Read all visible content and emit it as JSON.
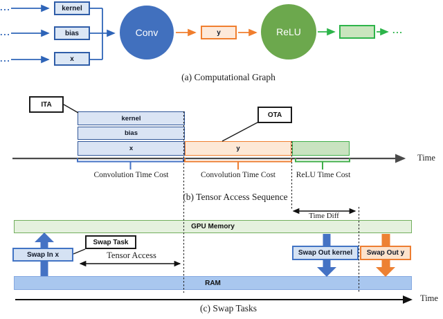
{
  "colors": {
    "blue": "#4472C4",
    "blue_dark": "#2F5DA8",
    "blue_light": "#DCE7F5",
    "orange": "#ED7D31",
    "orange_light": "#FDE9DA",
    "green_circle": "#6CA84D",
    "green_bright": "#2DB44A",
    "green_light": "#C9E3C0",
    "gpu_fill": "#E5F1DE",
    "ram_fill": "#A9C7EF",
    "axis_gray": "#4a4a4a"
  },
  "graph": {
    "caption": "(a) Computational Graph",
    "input_dots": "...",
    "output_dots": "...",
    "inputs": [
      "kernel",
      "bias",
      "x"
    ],
    "conv_label": "Conv",
    "y_label": "y",
    "relu_label": "ReLU"
  },
  "sequence": {
    "caption": "(b) Tensor Access Sequence",
    "ita_label": "ITA",
    "ota_label": "OTA",
    "bars": [
      "kernel",
      "bias",
      "x",
      "y"
    ],
    "cost_labels": [
      "Convolution Time Cost",
      "Convolution Time Cost",
      "ReLU Time Cost"
    ],
    "time_label": "Time"
  },
  "swap": {
    "caption": "(c) Swap Tasks",
    "gpu_label": "GPU Memory",
    "ram_label": "RAM",
    "swap_in_label": "Swap In x",
    "swap_task_label": "Swap Task",
    "tensor_access_label": "Tensor Access",
    "time_diff_label": "Time Diff",
    "swap_out_kernel_label": "Swap Out kernel",
    "swap_out_y_label": "Swap Out y",
    "time_label": "Time"
  }
}
